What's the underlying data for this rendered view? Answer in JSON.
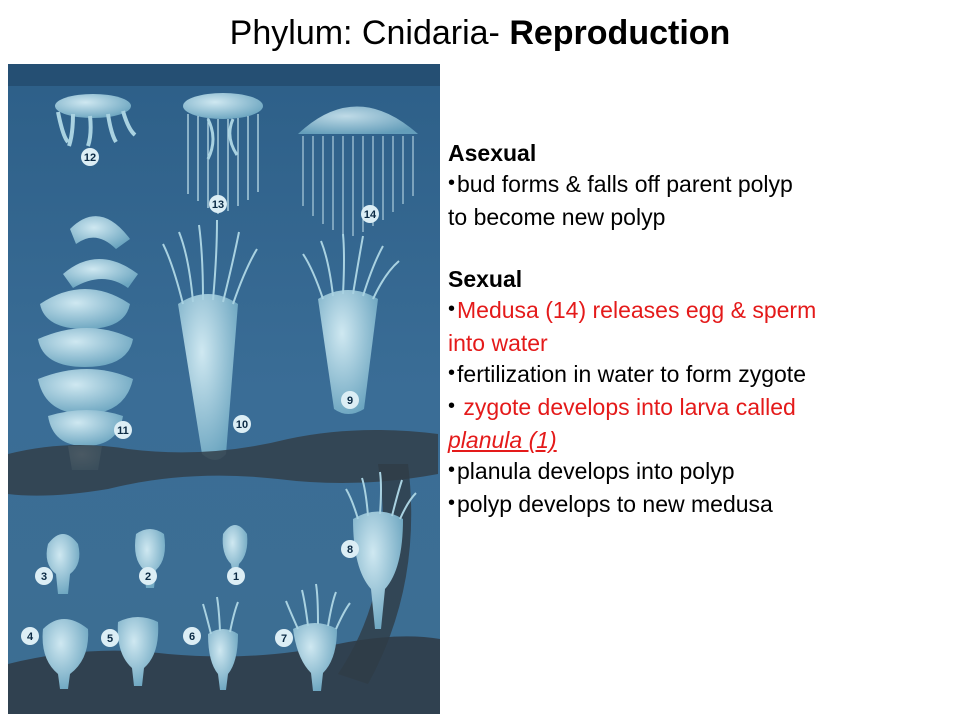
{
  "slide": {
    "title_prefix": "Phylum: Cnidaria- ",
    "title_bold": "Reproduction"
  },
  "illustration": {
    "labels": [
      "12",
      "13",
      "14",
      "11",
      "10",
      "9",
      "8",
      "3",
      "2",
      "1",
      "4",
      "5",
      "6",
      "7"
    ]
  },
  "asexual": {
    "heading": "Asexual",
    "bullet1_line1": "bud forms & falls off parent polyp",
    "bullet1_line2": "to become new polyp"
  },
  "sexual": {
    "heading": "Sexual",
    "b1_line1": "Medusa (14) releases egg & sperm",
    "b1_line2": "into water",
    "b2": "fertilization in water to form zygote",
    "b3_line1": " zygote develops into larva called",
    "b3_line2": "planula (1)",
    "b4": "planula develops into polyp",
    "b5": "polyp develops to new medusa"
  },
  "colors": {
    "highlight": "#e41a1a",
    "water": "#3e6f96",
    "organism": "#8fc3d8"
  }
}
